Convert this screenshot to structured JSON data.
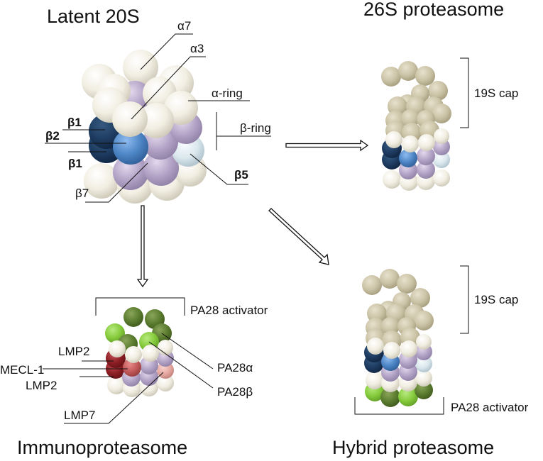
{
  "titles": {
    "latent": "Latent 20S",
    "proteasome26s": "26S proteasome",
    "immuno": "Immunoproteasome",
    "hybrid": "Hybrid proteasome"
  },
  "latent_labels": {
    "a7": "α7",
    "a3": "α3",
    "a_ring": "α-ring",
    "b_ring": "β-ring",
    "b1_top": "β1",
    "b2": "β2",
    "b1_bottom": "β1",
    "b7": "β7",
    "b5": "β5"
  },
  "cap_labels": {
    "cap_26s": "19S cap",
    "cap_hybrid": "19S cap"
  },
  "immuno_labels": {
    "pa28_activator": "PA28 activator",
    "lmp2_top": "LMP2",
    "mecl1": "MECL-1",
    "lmp2_bottom": "LMP2",
    "lmp7": "LMP7",
    "pa28_alpha": "PA28α",
    "pa28_beta": "PA28β"
  },
  "hybrid_labels": {
    "pa28_activator": "PA28 activator"
  },
  "colors": {
    "alpha_subunit": "#f3f0e4",
    "beta_subunit": "#b6a6c7",
    "beta1": "#1d3d63",
    "beta2": "#4f86c6",
    "beta5": "#dde9ef",
    "cap": "#ccc4a8",
    "mecl1": "#8e1f24",
    "lmp2": "#c0595a",
    "lmp7": "#e6a9a2",
    "pa28_light": "#8ccd3e",
    "pa28_dark": "#5a7e2e"
  }
}
